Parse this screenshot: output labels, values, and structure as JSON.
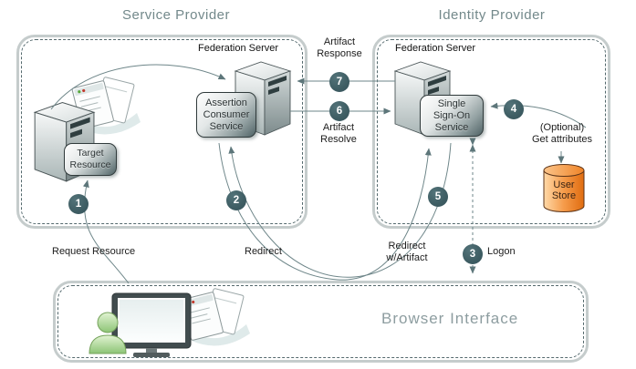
{
  "titles": {
    "service_provider": "Service Provider",
    "identity_provider": "Identity Provider",
    "browser_interface": "Browser Interface"
  },
  "service_provider": {
    "federation_server_label": "Federation Server",
    "target_resource_lines": [
      "Target",
      "Resource"
    ],
    "assertion_consumer_lines": [
      "Assertion",
      "Consumer",
      "Service"
    ]
  },
  "identity_provider": {
    "federation_server_label": "Federation Server",
    "single_sign_on_lines": [
      "Single",
      "Sign-On",
      "Service"
    ],
    "user_store_lines": [
      "User",
      "Store"
    ],
    "get_attributes_lines": [
      "(Optional)",
      "Get attributes"
    ]
  },
  "steps": {
    "s1": {
      "num": "1",
      "label": "Request Resource"
    },
    "s2": {
      "num": "2",
      "label": "Redirect"
    },
    "s3": {
      "num": "3",
      "label": "Logon"
    },
    "s4": {
      "num": "4"
    },
    "s5": {
      "num": "5",
      "label_lines": [
        "Redirect",
        "w/Artifact"
      ]
    },
    "s6": {
      "num": "6",
      "label_lines": [
        "Artifact",
        "Resolve"
      ]
    },
    "s7": {
      "num": "7",
      "label_lines": [
        "Artifact",
        "Response"
      ]
    }
  },
  "icons": {
    "server": "server-tower-icon",
    "documents": "documents-stack-icon",
    "monitor": "computer-monitor-icon",
    "person": "user-person-icon",
    "database": "database-cylinder-icon"
  },
  "colors": {
    "step_circle_bg": "#3E5D63",
    "flow_line": "#6E8689",
    "box_border": "#C5CCCC",
    "dashed_border": "#54696D",
    "provider_title_text": "#73898B",
    "browser_title_text": "#8D9DA0",
    "user_store_orange": "#EE7F1E",
    "badge_gradient_dark": "#4F6265",
    "person_green": "#90C878"
  }
}
